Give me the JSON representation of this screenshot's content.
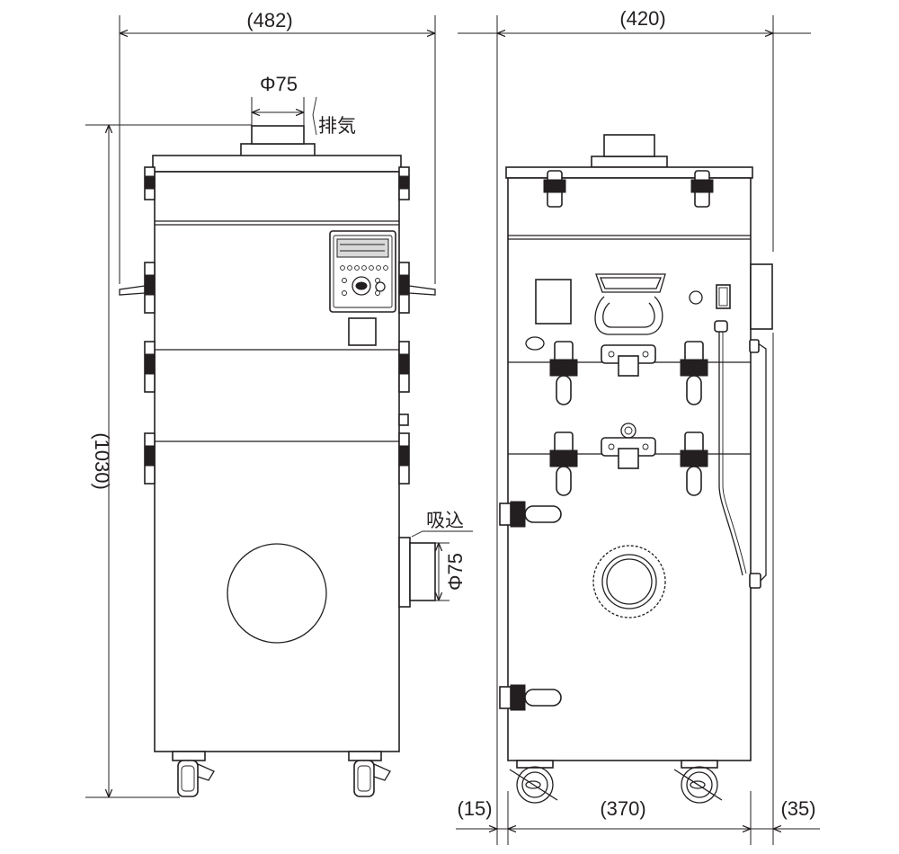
{
  "front_view": {
    "width_label": "(482)",
    "height_label": "(1030)",
    "exhaust_diameter": "Φ75",
    "exhaust_label": "排気",
    "intake_label": "吸込",
    "intake_diameter": "Φ75"
  },
  "side_view": {
    "width_label": "(420)",
    "bottom_left_label": "(15)",
    "bottom_center_label": "(370)",
    "bottom_right_label": "(35)"
  }
}
